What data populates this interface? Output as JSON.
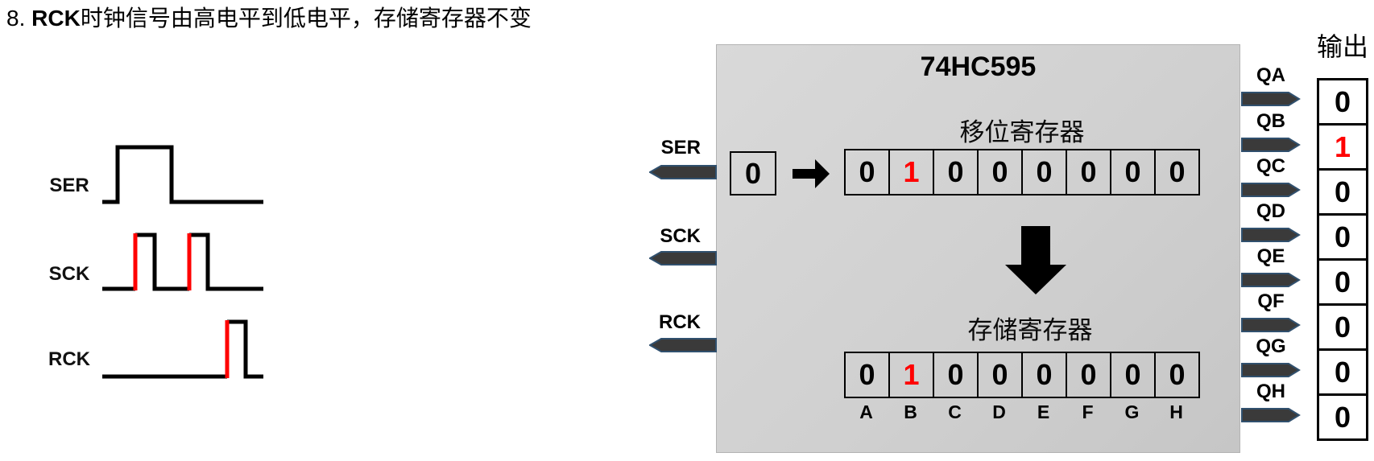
{
  "heading": {
    "prefix": "8. ",
    "emphasis": "RCK",
    "suffix": "时钟信号由高电平到低电平，存储寄存器不变"
  },
  "timing_diagram": {
    "line_color": "#000000",
    "edge_highlight_color": "#ff0000",
    "signals": [
      {
        "label": "SER",
        "pulses": [
          {
            "rise": "black",
            "fall": "black",
            "width": "wide"
          }
        ]
      },
      {
        "label": "SCK",
        "pulses": [
          {
            "rise": "red",
            "fall": "black",
            "width": "narrow"
          },
          {
            "rise": "red",
            "fall": "black",
            "width": "narrow"
          }
        ]
      },
      {
        "label": "RCK",
        "pulses": [
          {
            "rise": "red",
            "fall": "black",
            "width": "narrow"
          }
        ]
      }
    ]
  },
  "chip": {
    "title": "74HC595",
    "body_color": "#d0d0d0",
    "input_pins": [
      {
        "label": "SER"
      },
      {
        "label": "SCK"
      },
      {
        "label": "RCK"
      }
    ],
    "serial_input": {
      "value": "0"
    },
    "shift_register": {
      "label": "移位寄存器",
      "bits": [
        "0",
        "1",
        "0",
        "0",
        "0",
        "0",
        "0",
        "0"
      ],
      "red_index": 1
    },
    "storage_register": {
      "label": "存储寄存器",
      "bits": [
        "0",
        "1",
        "0",
        "0",
        "0",
        "0",
        "0",
        "0"
      ],
      "red_index": 1,
      "bit_labels": [
        "A",
        "B",
        "C",
        "D",
        "E",
        "F",
        "G",
        "H"
      ]
    },
    "output_pins": [
      {
        "label": "QA"
      },
      {
        "label": "QB"
      },
      {
        "label": "QC"
      },
      {
        "label": "QD"
      },
      {
        "label": "QE"
      },
      {
        "label": "QF"
      },
      {
        "label": "QG"
      },
      {
        "label": "QH"
      }
    ]
  },
  "output_panel": {
    "title": "输出",
    "values": [
      "0",
      "1",
      "0",
      "0",
      "0",
      "0",
      "0",
      "0"
    ],
    "red_index": 1
  },
  "colors": {
    "highlight_red": "#ff0000",
    "pin_fill": "#3a3a3a",
    "pin_stroke": "#30506e",
    "chip_gray": "#d0d0d0"
  }
}
